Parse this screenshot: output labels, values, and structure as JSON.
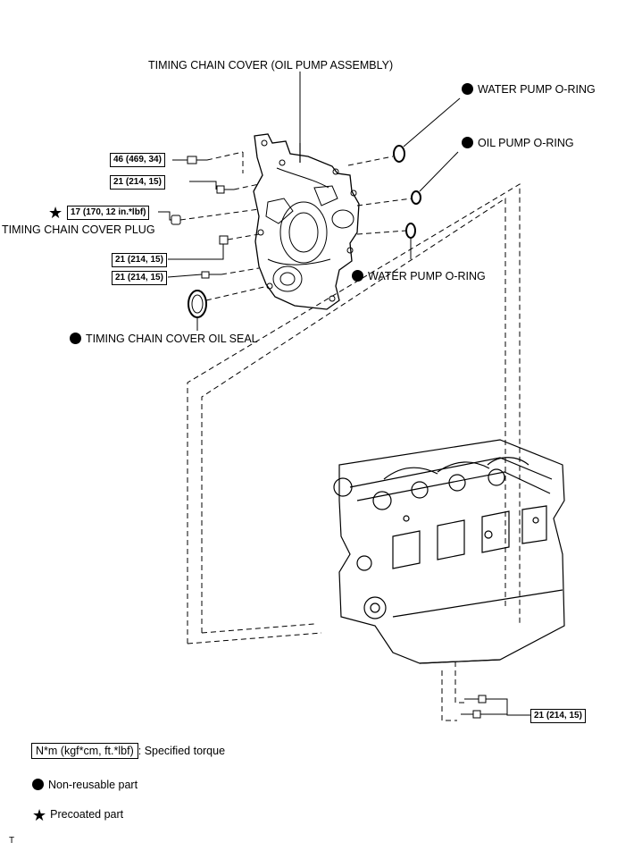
{
  "labels": {
    "timing_chain_cover": "TIMING CHAIN COVER (OIL PUMP ASSEMBLY)",
    "water_pump_oring_top": "WATER PUMP O-RING",
    "oil_pump_oring": "OIL PUMP O-RING",
    "water_pump_oring_mid": "WATER PUMP O-RING",
    "timing_chain_cover_plug": "TIMING CHAIN COVER PLUG",
    "timing_chain_cover_oil_seal": "TIMING CHAIN COVER OIL SEAL"
  },
  "torques": {
    "t1": "46 (469, 34)",
    "t2": "21 (214, 15)",
    "t3": "17 (170, 12 in.*lbf)",
    "t4": "21 (214, 15)",
    "t5": "21 (214, 15)",
    "t6": "21 (214, 15)"
  },
  "legend": {
    "torque_format": "N*m (kgf*cm, ft.*lbf)",
    "torque_desc": ": Specified torque",
    "non_reusable": "Non-reusable part",
    "precoated": "Precoated part"
  },
  "footer": {
    "code": "T"
  },
  "symbols": {
    "non_reusable": "filled-circle",
    "precoated": "star"
  }
}
